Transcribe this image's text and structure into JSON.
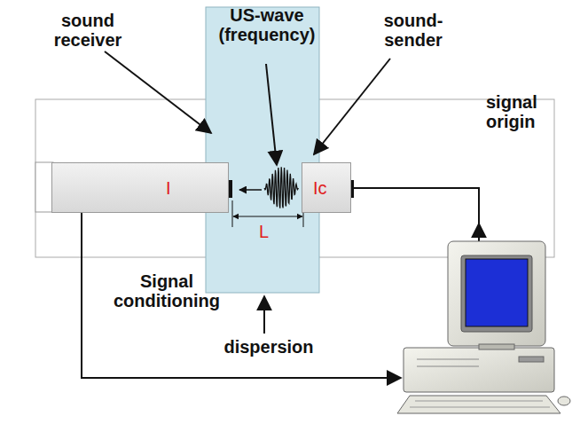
{
  "diagram": {
    "nodes": [
      {
        "text": [
          "I"
        ]
      },
      {
        "text": [
          "Ic"
        ]
      }
    ],
    "labels": [
      "sound receiver",
      "US-wave (frequency)",
      "sound-sender",
      "signal origin",
      "L",
      "Signal conditioning",
      "dispersion"
    ]
  }
}
